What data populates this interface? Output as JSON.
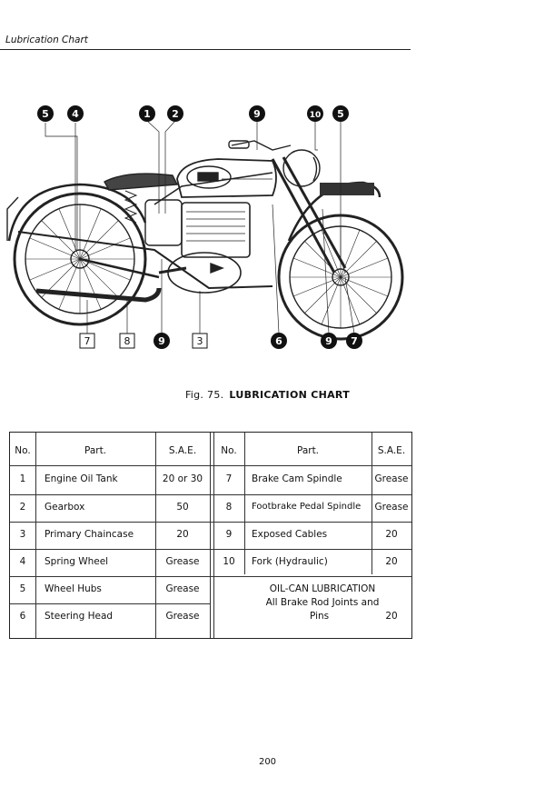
{
  "header": {
    "title": "Lubrication Chart"
  },
  "figure": {
    "callouts_top": [
      "5",
      "4",
      "1",
      "2",
      "9",
      "10",
      "5"
    ],
    "callouts_bottom": [
      "7",
      "8",
      "9",
      "3",
      "6",
      "9",
      "7"
    ],
    "caption_number": "Fig. 75.",
    "caption_title": "LUBRICATION CHART"
  },
  "table": {
    "headers": {
      "no": "No.",
      "part": "Part.",
      "sae": "S.A.E."
    },
    "left_rows": [
      {
        "no": "1",
        "part": "Engine Oil Tank",
        "sae": "20 or 30"
      },
      {
        "no": "2",
        "part": "Gearbox",
        "sae": "50"
      },
      {
        "no": "3",
        "part": "Primary Chaincase",
        "sae": "20"
      },
      {
        "no": "4",
        "part": "Spring Wheel",
        "sae": "Grease"
      },
      {
        "no": "5",
        "part": "Wheel Hubs",
        "sae": "Grease"
      },
      {
        "no": "6",
        "part": "Steering Head",
        "sae": "Grease"
      }
    ],
    "right_rows": [
      {
        "no": "7",
        "part": "Brake Cam Spindle",
        "sae": "Grease"
      },
      {
        "no": "8",
        "part": "Footbrake Pedal Spindle",
        "sae": "Grease"
      },
      {
        "no": "9",
        "part": "Exposed Cables",
        "sae": "20"
      },
      {
        "no": "10",
        "part": "Fork (Hydraulic)",
        "sae": "20"
      }
    ],
    "oil_can": {
      "title": "OIL-CAN  LUBRICATION",
      "line1": "All Brake Rod Joints and",
      "line2": "Pins",
      "sae": "20"
    }
  },
  "footer": {
    "page_number": "200"
  }
}
